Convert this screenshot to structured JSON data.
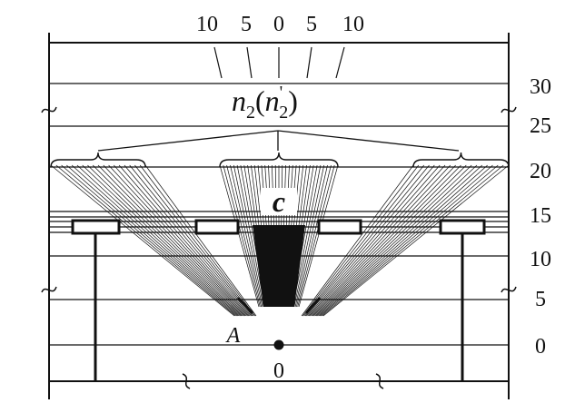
{
  "top_scale": {
    "labels": [
      "10",
      "5",
      "0",
      "5",
      "10"
    ]
  },
  "right_scale": {
    "labels": [
      "30",
      "25",
      "20",
      "15",
      "10",
      "5",
      "0"
    ]
  },
  "labels": {
    "n2_main": "n",
    "n2_sub": "2",
    "n2_paren_open": "(",
    "n2_prime_main": "n",
    "n2_prime_mark": "'",
    "n2_prime_sub": "2",
    "n2_paren_close": ")",
    "c_label": "c",
    "a_label": "A",
    "origin_label": "0"
  },
  "colors": {
    "ink": "#111111",
    "background": "#ffffff"
  }
}
